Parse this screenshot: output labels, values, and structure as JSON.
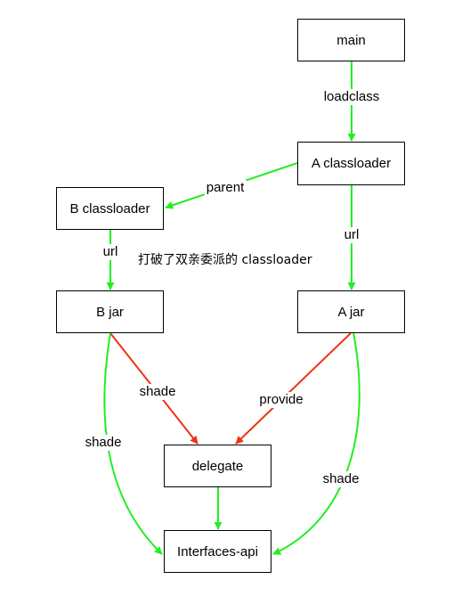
{
  "colors": {
    "green_edge": "#22ee22",
    "red_edge": "#ee3311",
    "node_border": "#000000",
    "text": "#000000"
  },
  "nodes": {
    "main": "main",
    "a_classloader": "A classloader",
    "b_classloader": "B classloader",
    "a_jar": "A jar",
    "b_jar": "B jar",
    "delegate": "delegate",
    "interfaces_api": "Interfaces-api"
  },
  "edge_labels": {
    "loadclass": "loadclass",
    "parent": "parent",
    "url_a": "url",
    "url_b": "url",
    "shade_b_delegate": "shade",
    "provide": "provide",
    "shade_b_interfaces": "shade",
    "shade_a_interfaces": "shade"
  },
  "annotation": "打破了双亲委派的 classloader"
}
